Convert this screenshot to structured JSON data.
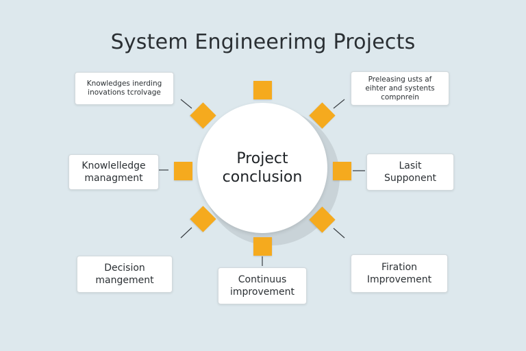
{
  "title": "System Engineerimg Projects",
  "center": {
    "line1": "Project",
    "line2": "conclusion"
  },
  "nodes": [
    {
      "lines": [
        "Knowledges inerding",
        "inovations tcrolvage"
      ]
    },
    {
      "lines": [
        "Preleasing usts af",
        "eihter and systents",
        "compnrein"
      ]
    },
    {
      "lines": [
        "Knowlelledge",
        "managment"
      ]
    },
    {
      "lines": [
        "Lasit",
        "Supponent"
      ]
    },
    {
      "lines": [
        "Decision",
        "mangement"
      ]
    },
    {
      "lines": [
        "Continuus",
        "improvement"
      ]
    },
    {
      "lines": [
        "Firation",
        "Improvement"
      ]
    }
  ],
  "colors": {
    "background": "#dde8ed",
    "accent": "#f5aa1e",
    "node_fill": "#ffffff",
    "connector": "#3a3f44"
  }
}
